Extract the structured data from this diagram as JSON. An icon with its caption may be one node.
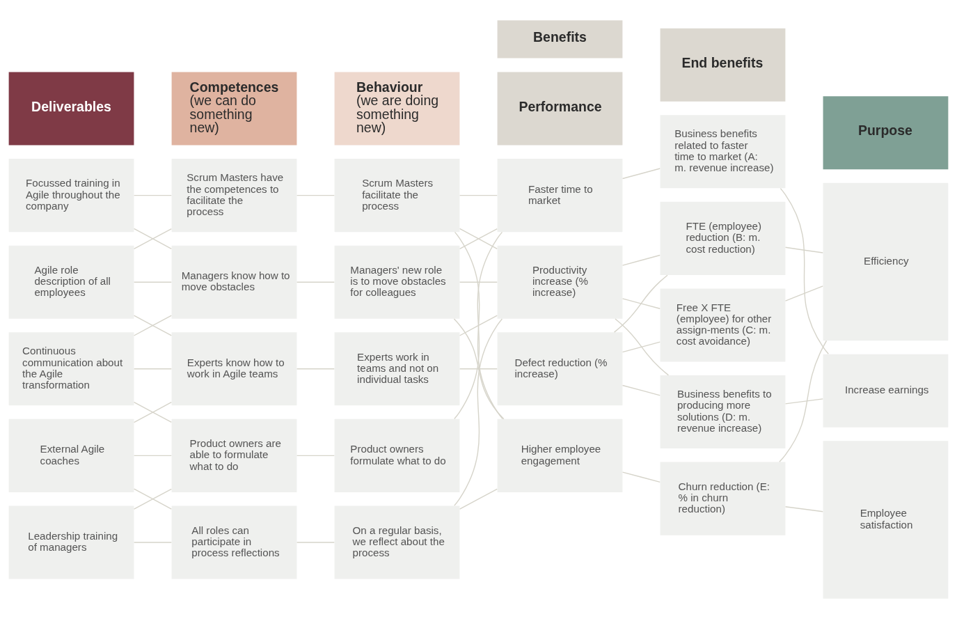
{
  "diagram": {
    "nodes": [
      {
        "text": [
          "Deliverables"
        ]
      },
      {
        "text": [
          "Competences",
          "(we can do something new)"
        ]
      },
      {
        "text": [
          "Behaviour",
          "(we are doing something new)"
        ]
      },
      {
        "text": [
          "Benefits"
        ]
      },
      {
        "text": [
          "Performance"
        ]
      },
      {
        "text": [
          "End benefits"
        ]
      },
      {
        "text": [
          "Purpose"
        ]
      },
      {
        "text": [
          "Focussed training in Agile throughout the company"
        ]
      },
      {
        "text": [
          "Agile role description of all employees"
        ]
      },
      {
        "text": [
          "Continuous communication about the Agile transformation"
        ]
      },
      {
        "text": [
          "External Agile coaches"
        ]
      },
      {
        "text": [
          "Leadership training of managers"
        ]
      },
      {
        "text": [
          "Scrum Masters have the competences to facilitate the process"
        ]
      },
      {
        "text": [
          "Managers know how to move obstacles"
        ]
      },
      {
        "text": [
          "Experts know how to work in Agile teams"
        ]
      },
      {
        "text": [
          "Product owners are able to formulate what to do"
        ]
      },
      {
        "text": [
          "All roles can participate in process reflections"
        ]
      },
      {
        "text": [
          "Scrum Masters facilitate the process"
        ]
      },
      {
        "text": [
          "Managers' new role is to move obstacles for colleagues"
        ]
      },
      {
        "text": [
          "Experts work in teams and not on individual tasks"
        ]
      },
      {
        "text": [
          "Product owners formulate what to do"
        ]
      },
      {
        "text": [
          "On a regular basis, we reflect about the process"
        ]
      },
      {
        "text": [
          "Faster time to market"
        ]
      },
      {
        "text": [
          "Productivity increase (% increase)"
        ]
      },
      {
        "text": [
          "Defect reduction (% increase)"
        ]
      },
      {
        "text": [
          "Higher employee engagement"
        ]
      },
      {
        "text": [
          "Business benefits related to faster time to market (A: m. revenue increase)"
        ]
      },
      {
        "text": [
          "FTE (employee) reduction (B: m. cost reduction)"
        ]
      },
      {
        "text": [
          "Free X FTE (employee) for other assign-ments (C: m. cost avoidance)"
        ]
      },
      {
        "text": [
          "Business benefits to producing more solutions (D: m. revenue increase)"
        ]
      },
      {
        "text": [
          "Churn reduction (E: % in churn reduction)"
        ]
      },
      {
        "text": [
          "Efficiency"
        ]
      },
      {
        "text": [
          "Increase earnings"
        ]
      },
      {
        "text": [
          "Employee satisfaction"
        ]
      }
    ],
    "edges": [
      {
        "from": 7,
        "to": 12,
        "arrow": "none"
      },
      {
        "from": 7,
        "to": 13,
        "arrow": "none"
      },
      {
        "from": 8,
        "to": 12,
        "arrow": "none"
      },
      {
        "from": 8,
        "to": 13,
        "arrow": "none"
      },
      {
        "from": 8,
        "to": 14,
        "arrow": "none"
      },
      {
        "from": 9,
        "to": 13,
        "arrow": "none"
      },
      {
        "from": 9,
        "to": 14,
        "arrow": "none"
      },
      {
        "from": 9,
        "to": 15,
        "arrow": "none"
      },
      {
        "from": 10,
        "to": 14,
        "arrow": "none"
      },
      {
        "from": 10,
        "to": 15,
        "arrow": "none"
      },
      {
        "from": 10,
        "to": 16,
        "arrow": "none"
      },
      {
        "from": 11,
        "to": 15,
        "arrow": "none"
      },
      {
        "from": 11,
        "to": 16,
        "arrow": "none"
      },
      {
        "from": 12,
        "to": 17,
        "arrow": "none"
      },
      {
        "from": 13,
        "to": 18,
        "arrow": "none"
      },
      {
        "from": 14,
        "to": 19,
        "arrow": "none"
      },
      {
        "from": 15,
        "to": 20,
        "arrow": "none"
      },
      {
        "from": 16,
        "to": 21,
        "arrow": "none"
      },
      {
        "from": 17,
        "to": 22,
        "arrow": "none"
      },
      {
        "from": 17,
        "to": 23,
        "arrow": "none"
      },
      {
        "from": 17,
        "to": 25,
        "arrow": "none"
      },
      {
        "from": 18,
        "to": 22,
        "arrow": "none"
      },
      {
        "from": 18,
        "to": 23,
        "arrow": "none"
      },
      {
        "from": 18,
        "to": 25,
        "arrow": "none"
      },
      {
        "from": 19,
        "to": 23,
        "arrow": "none"
      },
      {
        "from": 19,
        "to": 24,
        "arrow": "none"
      },
      {
        "from": 20,
        "to": 22,
        "arrow": "none"
      },
      {
        "from": 21,
        "to": 23,
        "arrow": "none"
      },
      {
        "from": 21,
        "to": 25,
        "arrow": "none"
      },
      {
        "from": 22,
        "to": 26,
        "arrow": "none"
      },
      {
        "from": 23,
        "to": 27,
        "arrow": "none"
      },
      {
        "from": 23,
        "to": 28,
        "arrow": "none"
      },
      {
        "from": 23,
        "to": 29,
        "arrow": "none"
      },
      {
        "from": 24,
        "to": 27,
        "arrow": "none"
      },
      {
        "from": 24,
        "to": 28,
        "arrow": "none"
      },
      {
        "from": 24,
        "to": 29,
        "arrow": "none"
      },
      {
        "from": 25,
        "to": 30,
        "arrow": "none"
      },
      {
        "from": 26,
        "to": 32,
        "arrow": "none"
      },
      {
        "from": 27,
        "to": 31,
        "arrow": "none"
      },
      {
        "from": 28,
        "to": 31,
        "arrow": "none"
      },
      {
        "from": 29,
        "to": 32,
        "arrow": "none"
      },
      {
        "from": 30,
        "to": 31,
        "arrow": "none"
      },
      {
        "from": 30,
        "to": 33,
        "arrow": "none"
      }
    ]
  }
}
